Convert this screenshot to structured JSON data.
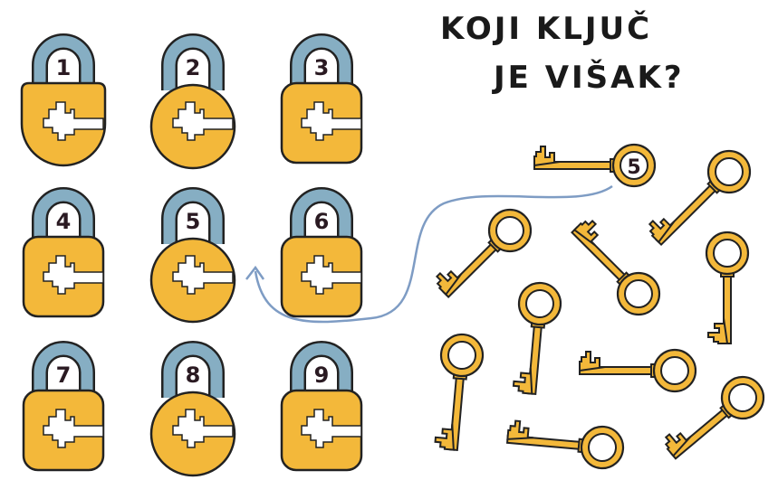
{
  "title": {
    "line1": "KOJI KLJUČ",
    "line2": "JE VIŠAK?"
  },
  "locks": [
    {
      "number": "1",
      "shape": "u"
    },
    {
      "number": "2",
      "shape": "circle"
    },
    {
      "number": "3",
      "shape": "rect"
    },
    {
      "number": "4",
      "shape": "rect"
    },
    {
      "number": "5",
      "shape": "circle"
    },
    {
      "number": "6",
      "shape": "rect"
    },
    {
      "number": "7",
      "shape": "rect"
    },
    {
      "number": "8",
      "shape": "circle"
    },
    {
      "number": "9",
      "shape": "rect"
    }
  ],
  "highlighted_key": {
    "label": "5"
  },
  "key_count": 10,
  "colors": {
    "body": "#F3B83A",
    "shackle": "#86AEC3",
    "outline": "#222222",
    "arrow": "#7E9CC4"
  }
}
